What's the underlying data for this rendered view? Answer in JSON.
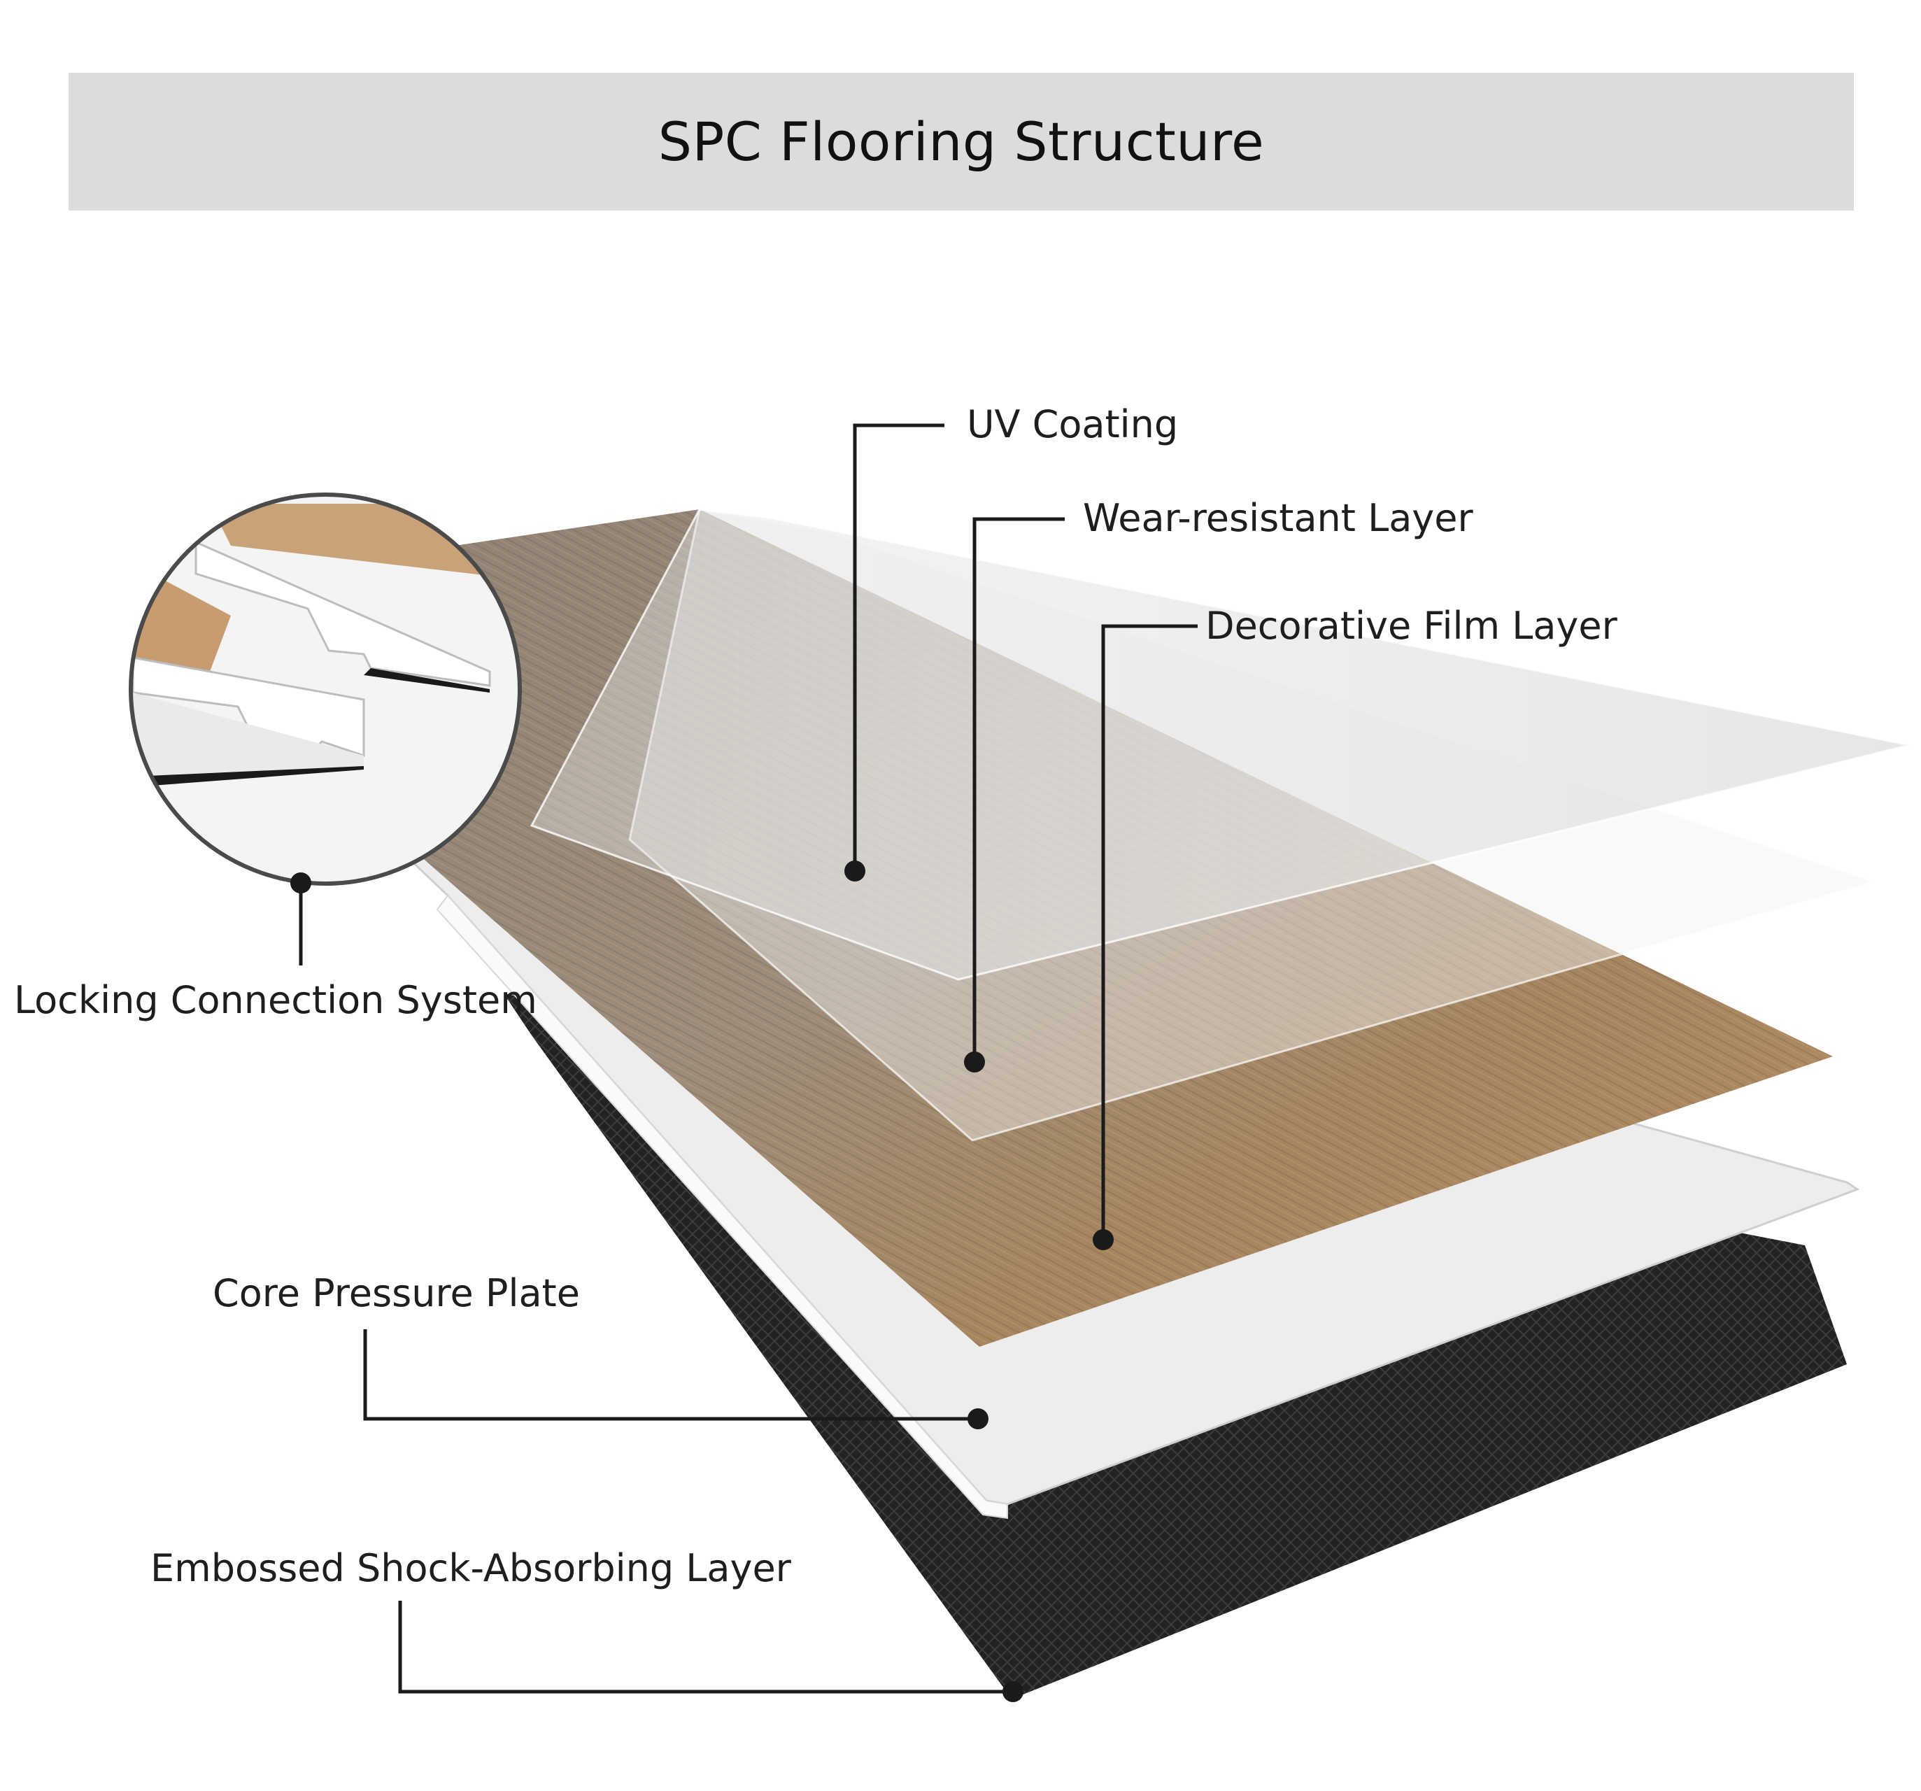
{
  "title": "SPC Flooring Structure",
  "labels": {
    "uv_coating": "UV Coating",
    "wear_layer": "Wear-resistant Layer",
    "decorative_film": "Decorative Film Layer",
    "locking_system": "Locking Connection System",
    "core_plate": "Core Pressure Plate",
    "shock_layer": "Embossed Shock-Absorbing Layer"
  },
  "colors": {
    "banner": "#dcdcdc",
    "wood_dark": "#8a7a6a",
    "wood_light": "#b08a64",
    "core": "#f2f2f2",
    "backing": "#1f1f1f",
    "leader": "#1a1a1a"
  }
}
